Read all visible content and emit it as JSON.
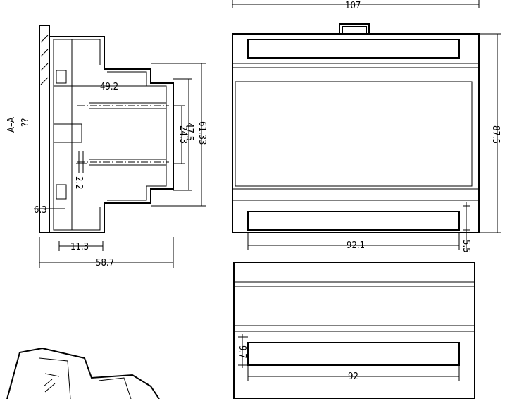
{
  "section_label": {
    "line1": "??",
    "line2": "A–A"
  },
  "side_view": {
    "dims": {
      "depth_inner": "49.2",
      "height_61": "61.33",
      "height_47": "47.5",
      "height_24": "24.3",
      "gap": "2.2",
      "offset": "6.3",
      "step": "11.3",
      "total_depth": "58.7"
    }
  },
  "front_view": {
    "dims": {
      "width": "107",
      "height": "87.5",
      "window_width": "92.1",
      "window_offset": "5.5"
    }
  },
  "bottom_view": {
    "dims": {
      "window_height": "9.7",
      "window_width": "92"
    }
  },
  "colors": {
    "line": "#000000",
    "background": "#ffffff"
  }
}
